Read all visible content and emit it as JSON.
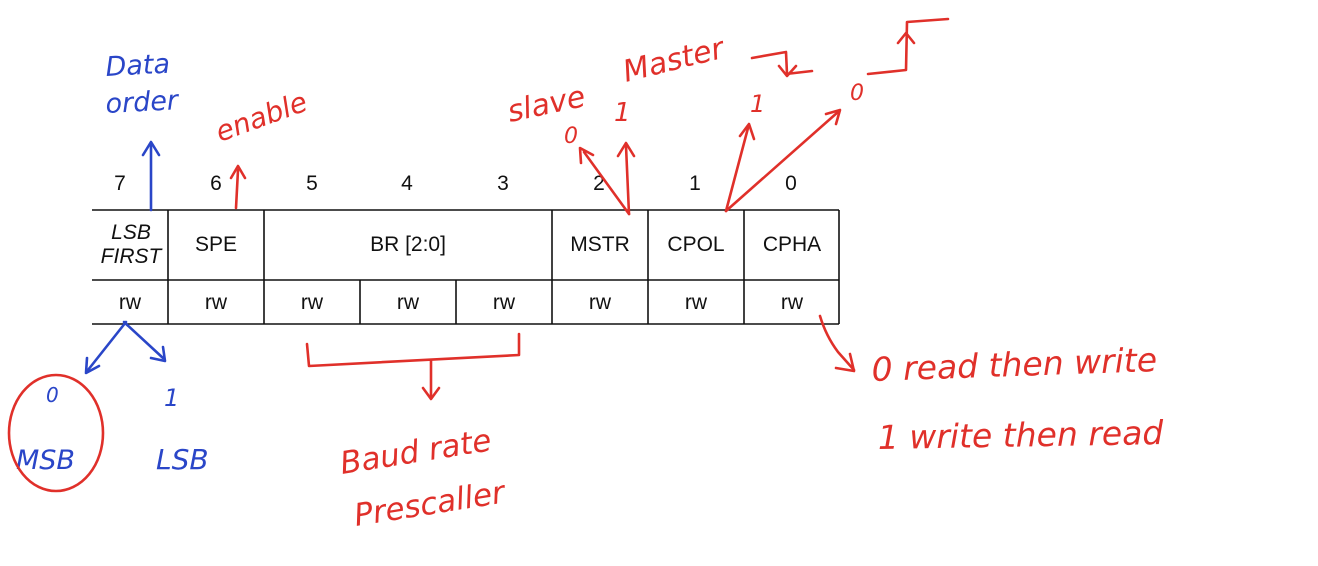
{
  "register": {
    "bit_numbers": [
      "7",
      "6",
      "5",
      "4",
      "3",
      "2",
      "1",
      "0"
    ],
    "fields": {
      "lsbfirst": "LSB\nFIRST",
      "spe": "SPE",
      "br": "BR [2:0]",
      "mstr": "MSTR",
      "cpol": "CPOL",
      "cpha": "CPHA"
    },
    "access": [
      "rw",
      "rw",
      "rw",
      "rw",
      "rw",
      "rw",
      "rw",
      "rw"
    ]
  },
  "annotations": {
    "data_order": [
      "Data",
      "order"
    ],
    "enable": "enable",
    "slave": "slave",
    "master": "Master",
    "mstr_zero": "0",
    "mstr_one": "1",
    "cpol_one": "1",
    "cpol_zero": "0",
    "msb_value": "0",
    "msb": "MSB",
    "lsb_value": "1",
    "lsb": "LSB",
    "baud_rate": [
      "Baud rate",
      "Prescaller"
    ],
    "cpha_zero": "0  read  then  write",
    "cpha_one": "1   write  then  read"
  },
  "colors": {
    "ink_red": "#e0302a",
    "ink_blue": "#2a46c8",
    "table_text": "#111111"
  }
}
